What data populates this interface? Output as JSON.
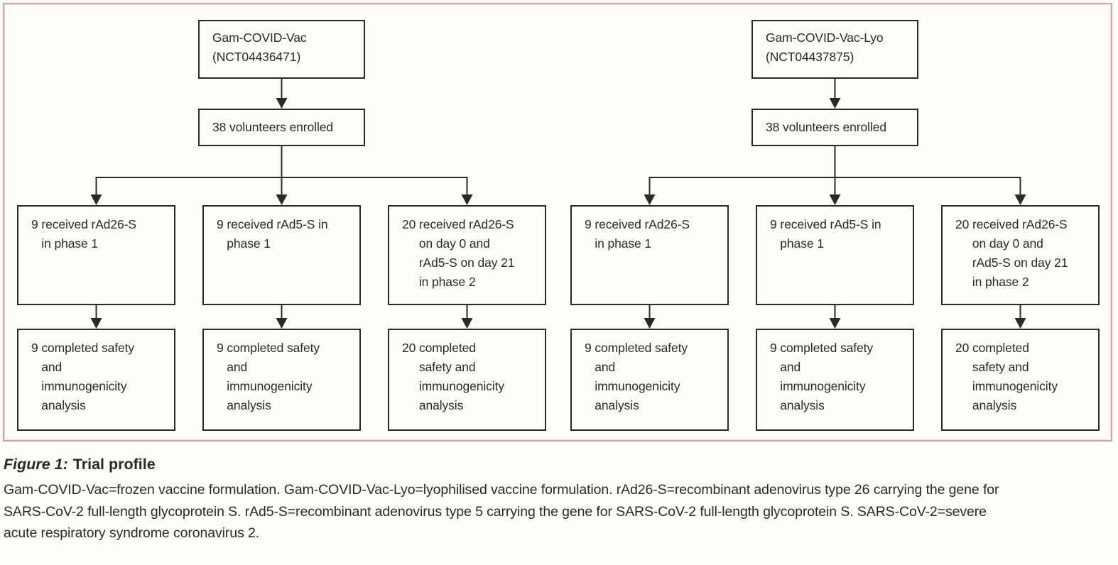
{
  "figure": {
    "frame_border_color": "#d2a2ae",
    "box_border_color": "#2b2928",
    "text_color": "#2b2928",
    "charts": [
      {
        "name": "Gam-COVID-Vac (frozen formulation) trial flowchart",
        "top_box": "Gam-COVID-Vac\n(NCT04436471)",
        "enrolled_box": "38 volunteers enrolled",
        "arm_boxes": [
          "9 received rAd26-S\n   in phase 1",
          "9 received rAd5-S in\n   phase 1",
          "20 received rAd26-S\n     on day 0 and\n     rAd5-S on day 21\n     in phase 2"
        ],
        "outcome_boxes": [
          "9 completed safety\n   and\n   immunogenicity\n   analysis",
          "9 completed safety\n   and\n   immunogenicity\n   analysis",
          "20 completed\n     safety and\n     immunogenicity\n     analysis"
        ]
      },
      {
        "name": "Gam-COVID-Vac-Lyo (lyophilised formulation) trial flowchart",
        "top_box": "Gam-COVID-Vac-Lyo\n(NCT04437875)",
        "enrolled_box": "38 volunteers enrolled",
        "arm_boxes": [
          "9 received rAd26-S\n   in phase 1",
          "9 received rAd5-S in\n   phase 1",
          "20 received rAd26-S\n     on day 0 and\n     rAd5-S on day 21\n     in phase 2"
        ],
        "outcome_boxes": [
          "9 completed safety\n   and\n   immunogenicity\n   analysis",
          "9 completed safety\n   and\n   immunogenicity\n   analysis",
          "20 completed\n     safety and\n     immunogenicity\n     analysis"
        ]
      }
    ]
  },
  "caption": {
    "label": "Figure 1:",
    "title": "Trial profile",
    "body": "Gam-COVID-Vac=frozen vaccine formulation. Gam-COVID-Vac-Lyo=lyophilised vaccine formulation. rAd26-S=recombinant adenovirus type 26 carrying the gene for\nSARS-CoV-2 full-length glycoprotein S. rAd5-S=recombinant adenovirus type 5 carrying the gene for SARS-CoV-2 full-length glycoprotein S. SARS-CoV-2=severe\nacute respiratory syndrome coronavirus 2."
  }
}
